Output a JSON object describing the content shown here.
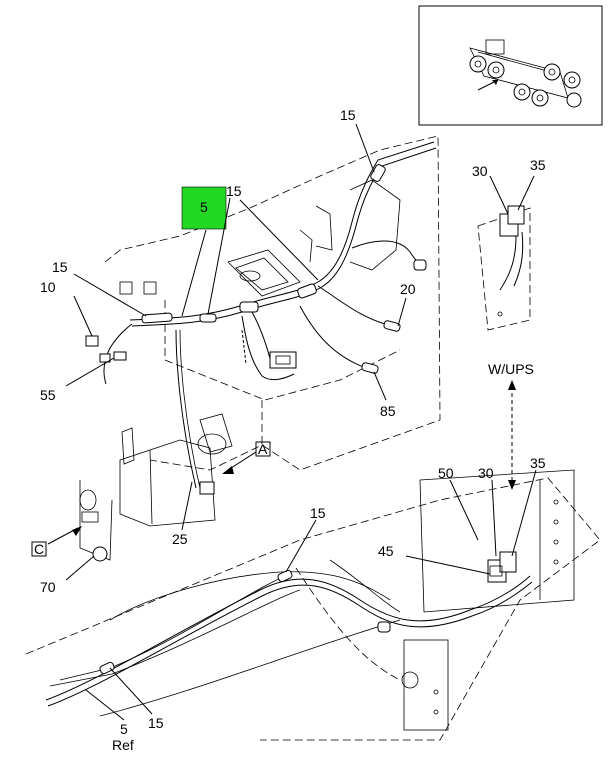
{
  "callouts": {
    "c15_top": "15",
    "c35_ups": "35",
    "c30_ups": "30",
    "c5_highlight": "5",
    "c15_harness": "15",
    "c15_left": "15",
    "c10": "10",
    "c20": "20",
    "c55": "55",
    "c85": "85",
    "w_ups": "W/UPS",
    "c35_lower": "35",
    "c30_lower": "30",
    "c50": "50",
    "c25": "25",
    "c15_rail": "15",
    "c45": "45",
    "c70": "70",
    "c5_ref": "5",
    "ref": "Ref",
    "c15_bottom": "15"
  },
  "view_labels": {
    "a": "A",
    "c": "C"
  },
  "colors": {
    "highlight": "#22d822",
    "line": "#000000",
    "background": "#ffffff"
  }
}
